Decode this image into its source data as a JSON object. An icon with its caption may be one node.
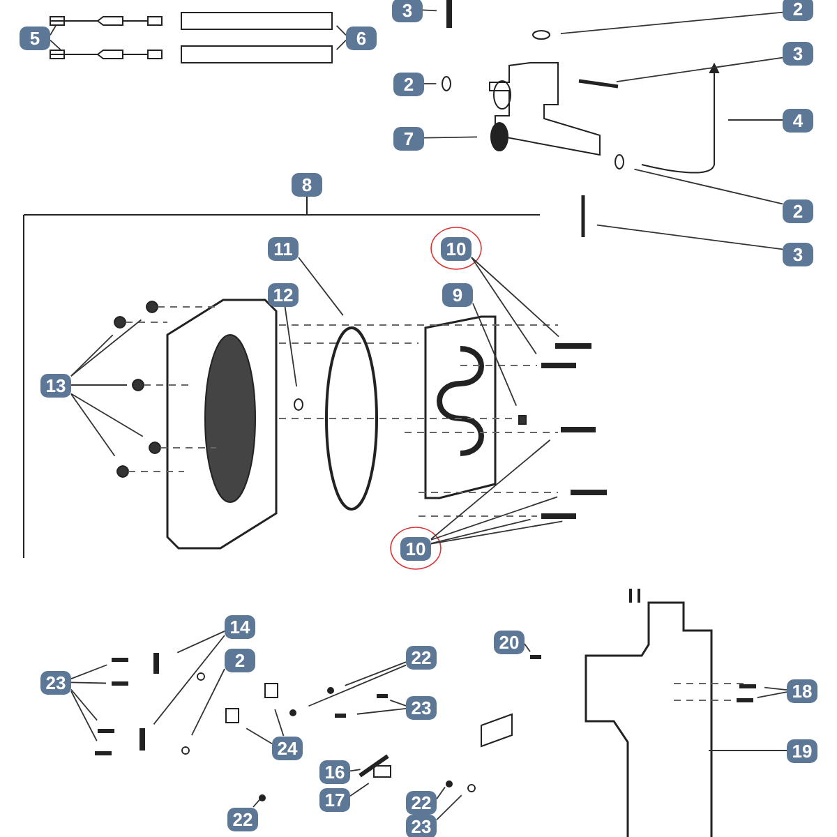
{
  "diagram": {
    "nodes": [
      {
        "text": [
          "3"
        ]
      },
      {
        "text": [
          "2"
        ]
      },
      {
        "text": [
          "5"
        ]
      },
      {
        "text": [
          "6"
        ]
      },
      {
        "text": [
          "3"
        ]
      },
      {
        "text": [
          "2"
        ]
      },
      {
        "text": [
          "4"
        ]
      },
      {
        "text": [
          "7"
        ]
      },
      {
        "text": [
          "8"
        ]
      },
      {
        "text": [
          "2"
        ]
      },
      {
        "text": [
          "11"
        ]
      },
      {
        "text": [
          "10"
        ]
      },
      {
        "text": [
          "3"
        ]
      },
      {
        "text": [
          "12"
        ]
      },
      {
        "text": [
          "9"
        ]
      },
      {
        "text": [
          "13"
        ]
      },
      {
        "text": [
          "10"
        ]
      },
      {
        "text": [
          "14"
        ]
      },
      {
        "text": [
          "20"
        ]
      },
      {
        "text": [
          "22"
        ]
      },
      {
        "text": [
          "2"
        ]
      },
      {
        "text": [
          "23"
        ]
      },
      {
        "text": [
          "18"
        ]
      },
      {
        "text": [
          "23"
        ]
      },
      {
        "text": [
          "24"
        ]
      },
      {
        "text": [
          "19"
        ]
      },
      {
        "text": [
          "16"
        ]
      },
      {
        "text": [
          "17"
        ]
      },
      {
        "text": [
          "22"
        ]
      },
      {
        "text": [
          "22"
        ]
      },
      {
        "text": [
          "23"
        ]
      }
    ],
    "edges": [
      {
        "from": 0,
        "to": null,
        "arrow": "none"
      },
      {
        "from": 1,
        "to": null,
        "arrow": "none"
      },
      {
        "from": 2,
        "to": null,
        "arrow": "none"
      },
      {
        "from": 2,
        "to": null,
        "arrow": "none"
      },
      {
        "from": 3,
        "to": null,
        "arrow": "none"
      },
      {
        "from": 3,
        "to": null,
        "arrow": "none"
      },
      {
        "from": 4,
        "to": null,
        "arrow": "none"
      },
      {
        "from": 5,
        "to": null,
        "arrow": "none"
      },
      {
        "from": 6,
        "to": null,
        "arrow": "none"
      },
      {
        "from": 7,
        "to": null,
        "arrow": "none"
      },
      {
        "from": 9,
        "to": null,
        "arrow": "none"
      },
      {
        "from": 10,
        "to": null,
        "arrow": "none"
      },
      {
        "from": 11,
        "to": null,
        "arrow": "none"
      },
      {
        "from": 11,
        "to": null,
        "arrow": "none"
      },
      {
        "from": 12,
        "to": null,
        "arrow": "none"
      },
      {
        "from": 13,
        "to": null,
        "arrow": "none"
      },
      {
        "from": 14,
        "to": null,
        "arrow": "none"
      },
      {
        "from": 15,
        "to": null,
        "arrow": "none"
      },
      {
        "from": 15,
        "to": null,
        "arrow": "none"
      },
      {
        "from": 15,
        "to": null,
        "arrow": "none"
      },
      {
        "from": 15,
        "to": null,
        "arrow": "none"
      },
      {
        "from": 15,
        "to": null,
        "arrow": "none"
      },
      {
        "from": 16,
        "to": null,
        "arrow": "none"
      },
      {
        "from": 16,
        "to": null,
        "arrow": "none"
      },
      {
        "from": 16,
        "to": null,
        "arrow": "none"
      },
      {
        "from": 16,
        "to": null,
        "arrow": "none"
      },
      {
        "from": 17,
        "to": null,
        "arrow": "none"
      },
      {
        "from": 17,
        "to": null,
        "arrow": "none"
      },
      {
        "from": 18,
        "to": null,
        "arrow": "none"
      },
      {
        "from": 19,
        "to": null,
        "arrow": "none"
      },
      {
        "from": 19,
        "to": null,
        "arrow": "none"
      },
      {
        "from": 20,
        "to": null,
        "arrow": "none"
      },
      {
        "from": 21,
        "to": null,
        "arrow": "none"
      },
      {
        "from": 21,
        "to": null,
        "arrow": "none"
      },
      {
        "from": 21,
        "to": null,
        "arrow": "none"
      },
      {
        "from": 21,
        "to": null,
        "arrow": "none"
      },
      {
        "from": 22,
        "to": null,
        "arrow": "none"
      },
      {
        "from": 22,
        "to": null,
        "arrow": "none"
      },
      {
        "from": 23,
        "to": null,
        "arrow": "none"
      },
      {
        "from": 23,
        "to": null,
        "arrow": "none"
      },
      {
        "from": 24,
        "to": null,
        "arrow": "none"
      },
      {
        "from": 24,
        "to": null,
        "arrow": "none"
      },
      {
        "from": 25,
        "to": null,
        "arrow": "none"
      },
      {
        "from": 26,
        "to": null,
        "arrow": "none"
      },
      {
        "from": 27,
        "to": null,
        "arrow": "none"
      },
      {
        "from": 28,
        "to": null,
        "arrow": "none"
      },
      {
        "from": 29,
        "to": null,
        "arrow": "none"
      },
      {
        "from": 30,
        "to": null,
        "arrow": "none"
      }
    ]
  }
}
